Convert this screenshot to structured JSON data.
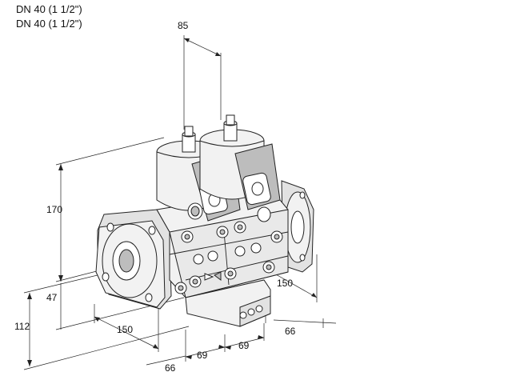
{
  "header": {
    "line1": "DN 40 (1 1/2\")",
    "line2": "DN 40 (1 1/2\")"
  },
  "dimensions": {
    "top_spacing": "85",
    "height_total": "170",
    "height_mid": "47",
    "height_left": "112",
    "depth_left": "150",
    "depth_right": "150",
    "width_right": "66",
    "width_bottom_left": "66",
    "spacing_a": "69",
    "spacing_b": "69"
  },
  "colors": {
    "line": "#222222",
    "body_fill": "#f2f2f2",
    "shade_fill": "#bdbdbd"
  }
}
